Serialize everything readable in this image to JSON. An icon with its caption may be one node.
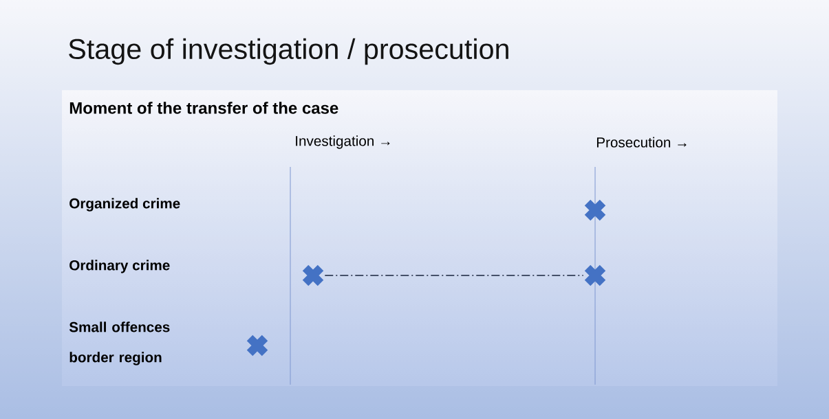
{
  "diagram": {
    "title": "Stage of investigation / prosecution",
    "nodes": [
      {
        "text": [],
        "shape": "cross"
      },
      {
        "text": [],
        "shape": "cross"
      },
      {
        "text": [],
        "shape": "cross"
      },
      {
        "text": [],
        "shape": "cross"
      }
    ],
    "edges": [
      {
        "from": 1,
        "to": 2,
        "arrow": "none",
        "style": "dashed"
      }
    ],
    "labels": [
      "Moment of the transfer of the case",
      "Investigation →",
      "Prosecution  →",
      "Organized crime",
      "Ordinary crime",
      "Small offences border region"
    ]
  }
}
